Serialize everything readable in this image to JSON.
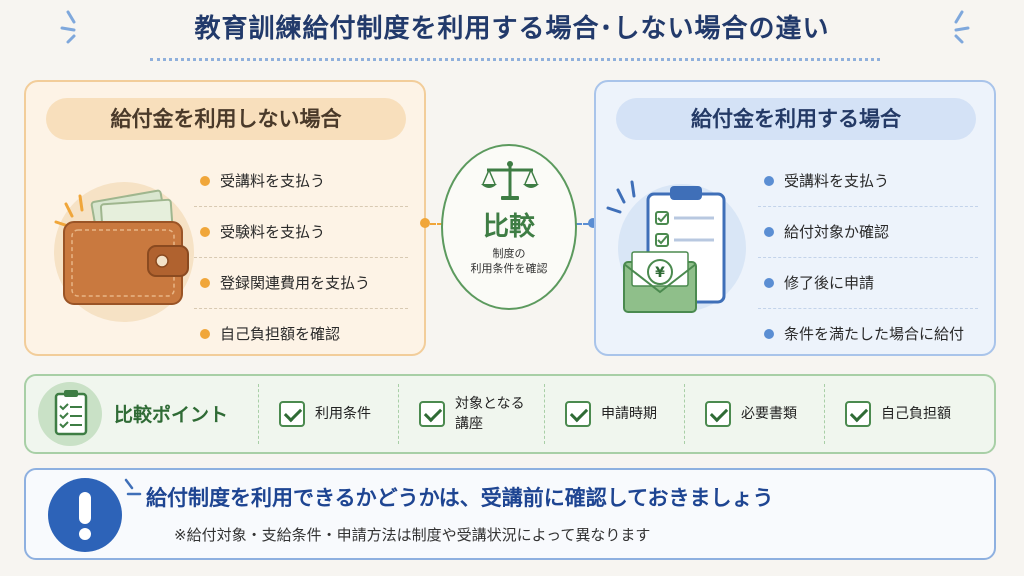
{
  "title": "教育訓練給付制度を利用する場合･しない場合の違い",
  "left_panel": {
    "header": "給付金を利用しない場合",
    "items": [
      "受講料を支払う",
      "受験料を支払う",
      "登録関連費用を支払う",
      "自己負担額を確認"
    ],
    "accent": "#f0a63a"
  },
  "right_panel": {
    "header": "給付金を利用する場合",
    "items": [
      "受講料を支払う",
      "給付対象か確認",
      "修了後に申請",
      "条件を満たした場合に給付"
    ],
    "accent": "#5b8ed3",
    "envelope_symbol": "¥"
  },
  "compare": {
    "title": "比較",
    "subtitle_line1": "制度の",
    "subtitle_line2": "利用条件を確認",
    "icon": "scale-icon"
  },
  "points": {
    "title": "比較ポイント",
    "items": [
      {
        "line1": "利用条件",
        "line2": ""
      },
      {
        "line1": "対象となる",
        "line2": "講座"
      },
      {
        "line1": "申請時期",
        "line2": ""
      },
      {
        "line1": "必要書類",
        "line2": ""
      },
      {
        "line1": "自己負担額",
        "line2": ""
      }
    ]
  },
  "note": {
    "main": "給付制度を利用できるかどうかは、受講前に確認しておきましょう",
    "sub": "※給付対象・支給条件・申請方法は制度や受講状況によって異なります",
    "icon": "exclamation-icon"
  },
  "colors": {
    "title": "#223a6b",
    "green": "#3e7d44",
    "blue": "#2d63b8"
  }
}
